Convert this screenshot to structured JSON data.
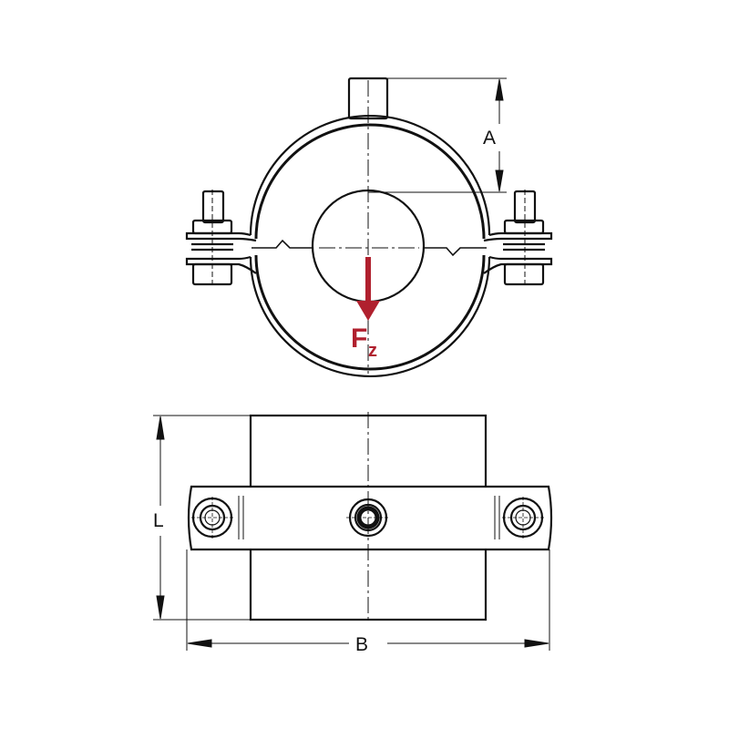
{
  "diagram": {
    "top_view": {
      "dimension_label": "A",
      "force_label_main": "F",
      "force_label_sub": "z"
    },
    "side_view": {
      "height_dimension_label": "L",
      "width_dimension_label": "B"
    },
    "colors": {
      "line": "#111111",
      "force_arrow": "#b0202e"
    }
  }
}
